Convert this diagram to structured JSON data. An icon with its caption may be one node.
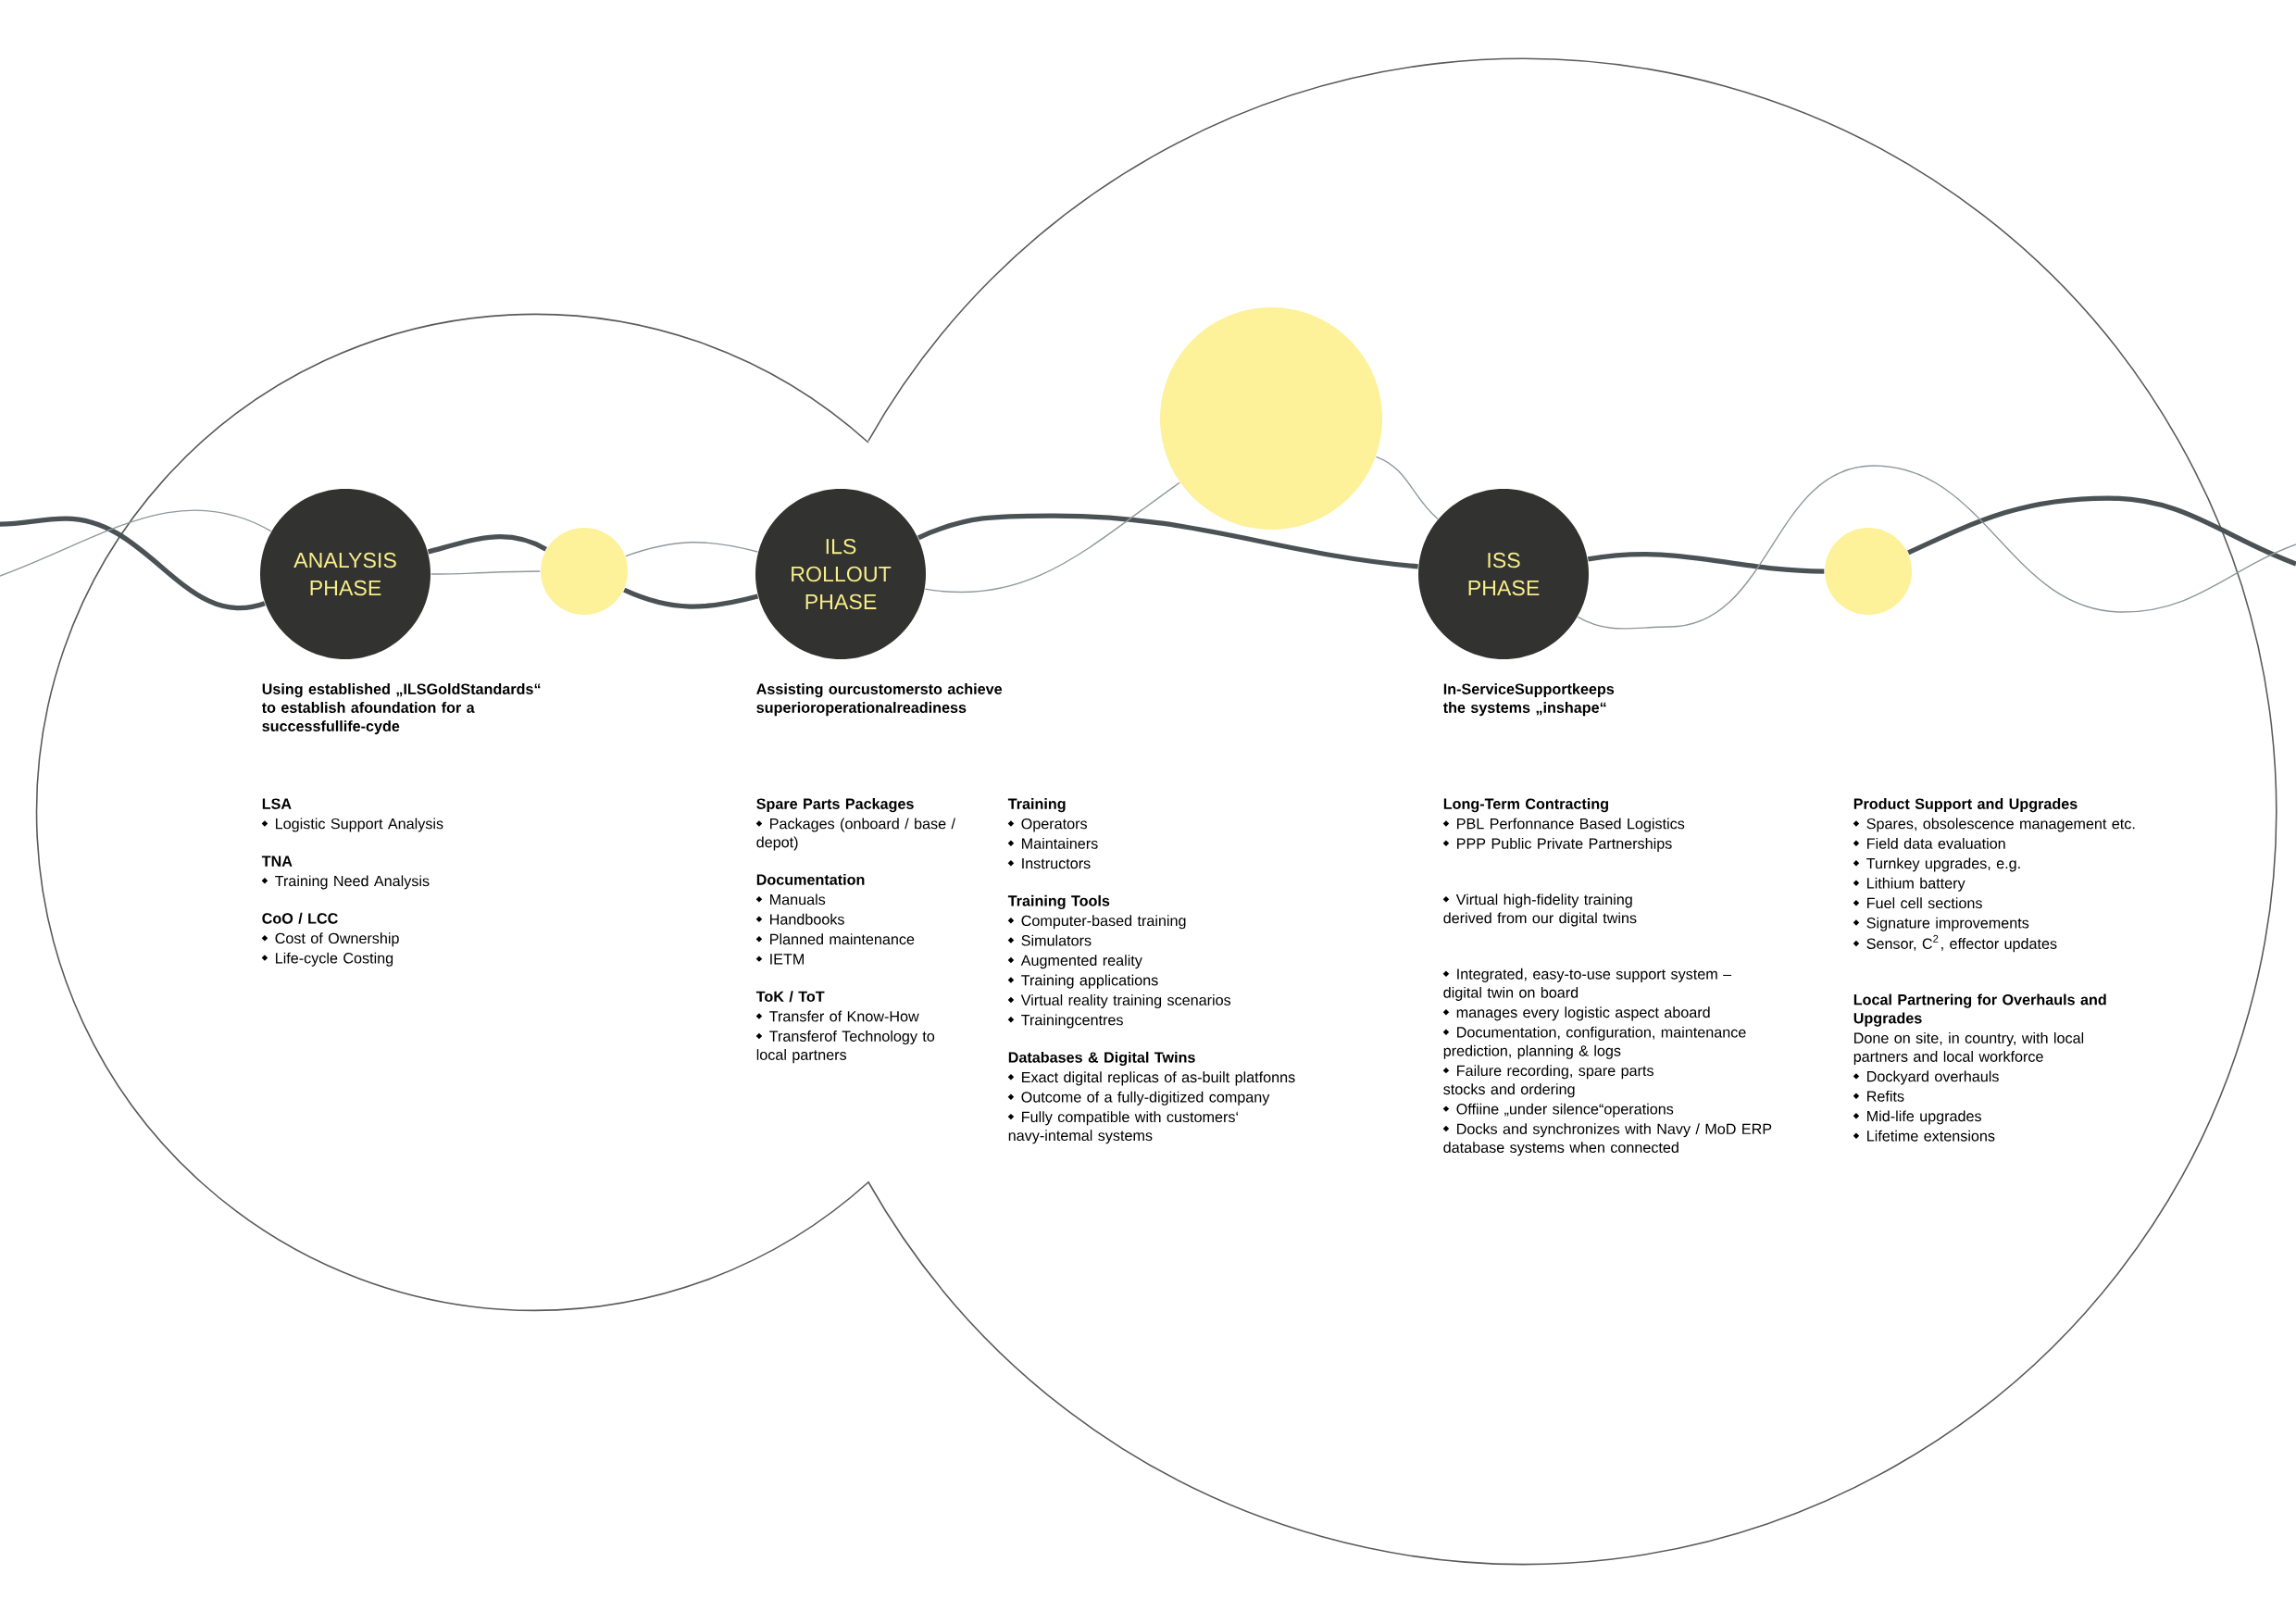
{
  "diagram": {
    "nodes": [
      {
        "text": [
          "ANALYSIS PHASE"
        ],
        "beside": [
          "Using established „ILSGoldStandards“ to establish afoundation for a successfullife-cyde"
        ]
      },
      {
        "text": [],
        "shape": "circle"
      },
      {
        "text": [
          "ILS ROLLOUT PHASE"
        ],
        "beside": [
          "Assisting ourcustomersto achieve superioroperationalreadiness"
        ]
      },
      {
        "text": [],
        "shape": "circle"
      },
      {
        "text": [
          "ISS PHASE"
        ],
        "beside": [
          "In-ServiceSupportkeeps the systems „inshape“"
        ]
      },
      {
        "text": [],
        "shape": "circle"
      }
    ],
    "edges": [
      {
        "from": null,
        "to": 0,
        "arrow": "none",
        "style": "thick"
      },
      {
        "from": 0,
        "to": 1,
        "arrow": "none",
        "style": "thick"
      },
      {
        "from": 1,
        "to": 2,
        "arrow": "none",
        "style": "thick"
      },
      {
        "from": 2,
        "to": 4,
        "arrow": "none",
        "style": "thick"
      },
      {
        "from": 4,
        "to": 5,
        "arrow": "none",
        "style": "thick"
      },
      {
        "from": 5,
        "to": null,
        "arrow": "none",
        "style": "thick"
      },
      {
        "from": null,
        "to": 0,
        "arrow": "none",
        "color": "#8f989c"
      },
      {
        "from": 0,
        "to": 1,
        "arrow": "none",
        "color": "#8f989c"
      },
      {
        "from": 1,
        "to": 2,
        "arrow": "none",
        "color": "#8f989c"
      },
      {
        "from": 2,
        "to": 3,
        "arrow": "none",
        "color": "#8f989c"
      },
      {
        "from": 3,
        "to": 4,
        "arrow": "none",
        "color": "#8f989c"
      },
      {
        "from": 4,
        "to": null,
        "arrow": "none",
        "color": "#8f989c"
      }
    ],
    "labels": [
      "LSA",
      "Logistic Support Analysis",
      "TNA",
      "Training Need Analysis",
      "CoO / LCC",
      "Cost of Ownership",
      "Life-cycle Costing",
      "Spare Parts Packages",
      "Packages (onboard / base / depot)",
      "Documentation",
      "Manuals",
      "Handbooks",
      "Planned maintenance",
      "IETM",
      "ToK / ToT",
      "Transfer of Know-How",
      "Transferof Technology to local partners",
      "Training",
      "Operators",
      "Maintainers",
      "Instructors",
      "Training Tools",
      "Computer-based training",
      "Simulators",
      "Augmented reality",
      "Training applications",
      "Virtual reality training scenarios",
      "Trainingcentres",
      "Databases & Digital Twins",
      "Exact digital replicas of as-built platfonns",
      "Outcome of a fully-digitized company",
      "Fully compatible with customers‘ navy-intemal systems",
      "Long-Term Contracting",
      "PBL Perfonnance Based Logistics",
      "PPP Public Private Partnerships",
      "Virtual high-fidelity training derived from our digital twins",
      "Integrated, easy-to-use support system – digital twin on board",
      "manages every logistic aspect aboard",
      "Documentation, configuration, maintenance prediction, planning & logs",
      "Failure recording, spare parts stocks and ordering",
      "Offiine „under silence“operations",
      "Docks and synchronizes with Navy / MoD ERP database systems when connected",
      "Product Support and Upgrades",
      "Spares, obsolescence management etc.",
      "Field data evaluation",
      "Turnkey upgrades, e.g.",
      "Lithium battery",
      "Fuel cell sections",
      "Signature improvements",
      "Sensor, C$^{2}$, effector updates",
      "Local Partnering for Overhauls and Upgrades",
      "Done on site, in country, with local partners and local workforce",
      "Dockyard overhauls",
      "Refits",
      "Mid-life upgrades",
      "Lifetime extensions"
    ]
  }
}
